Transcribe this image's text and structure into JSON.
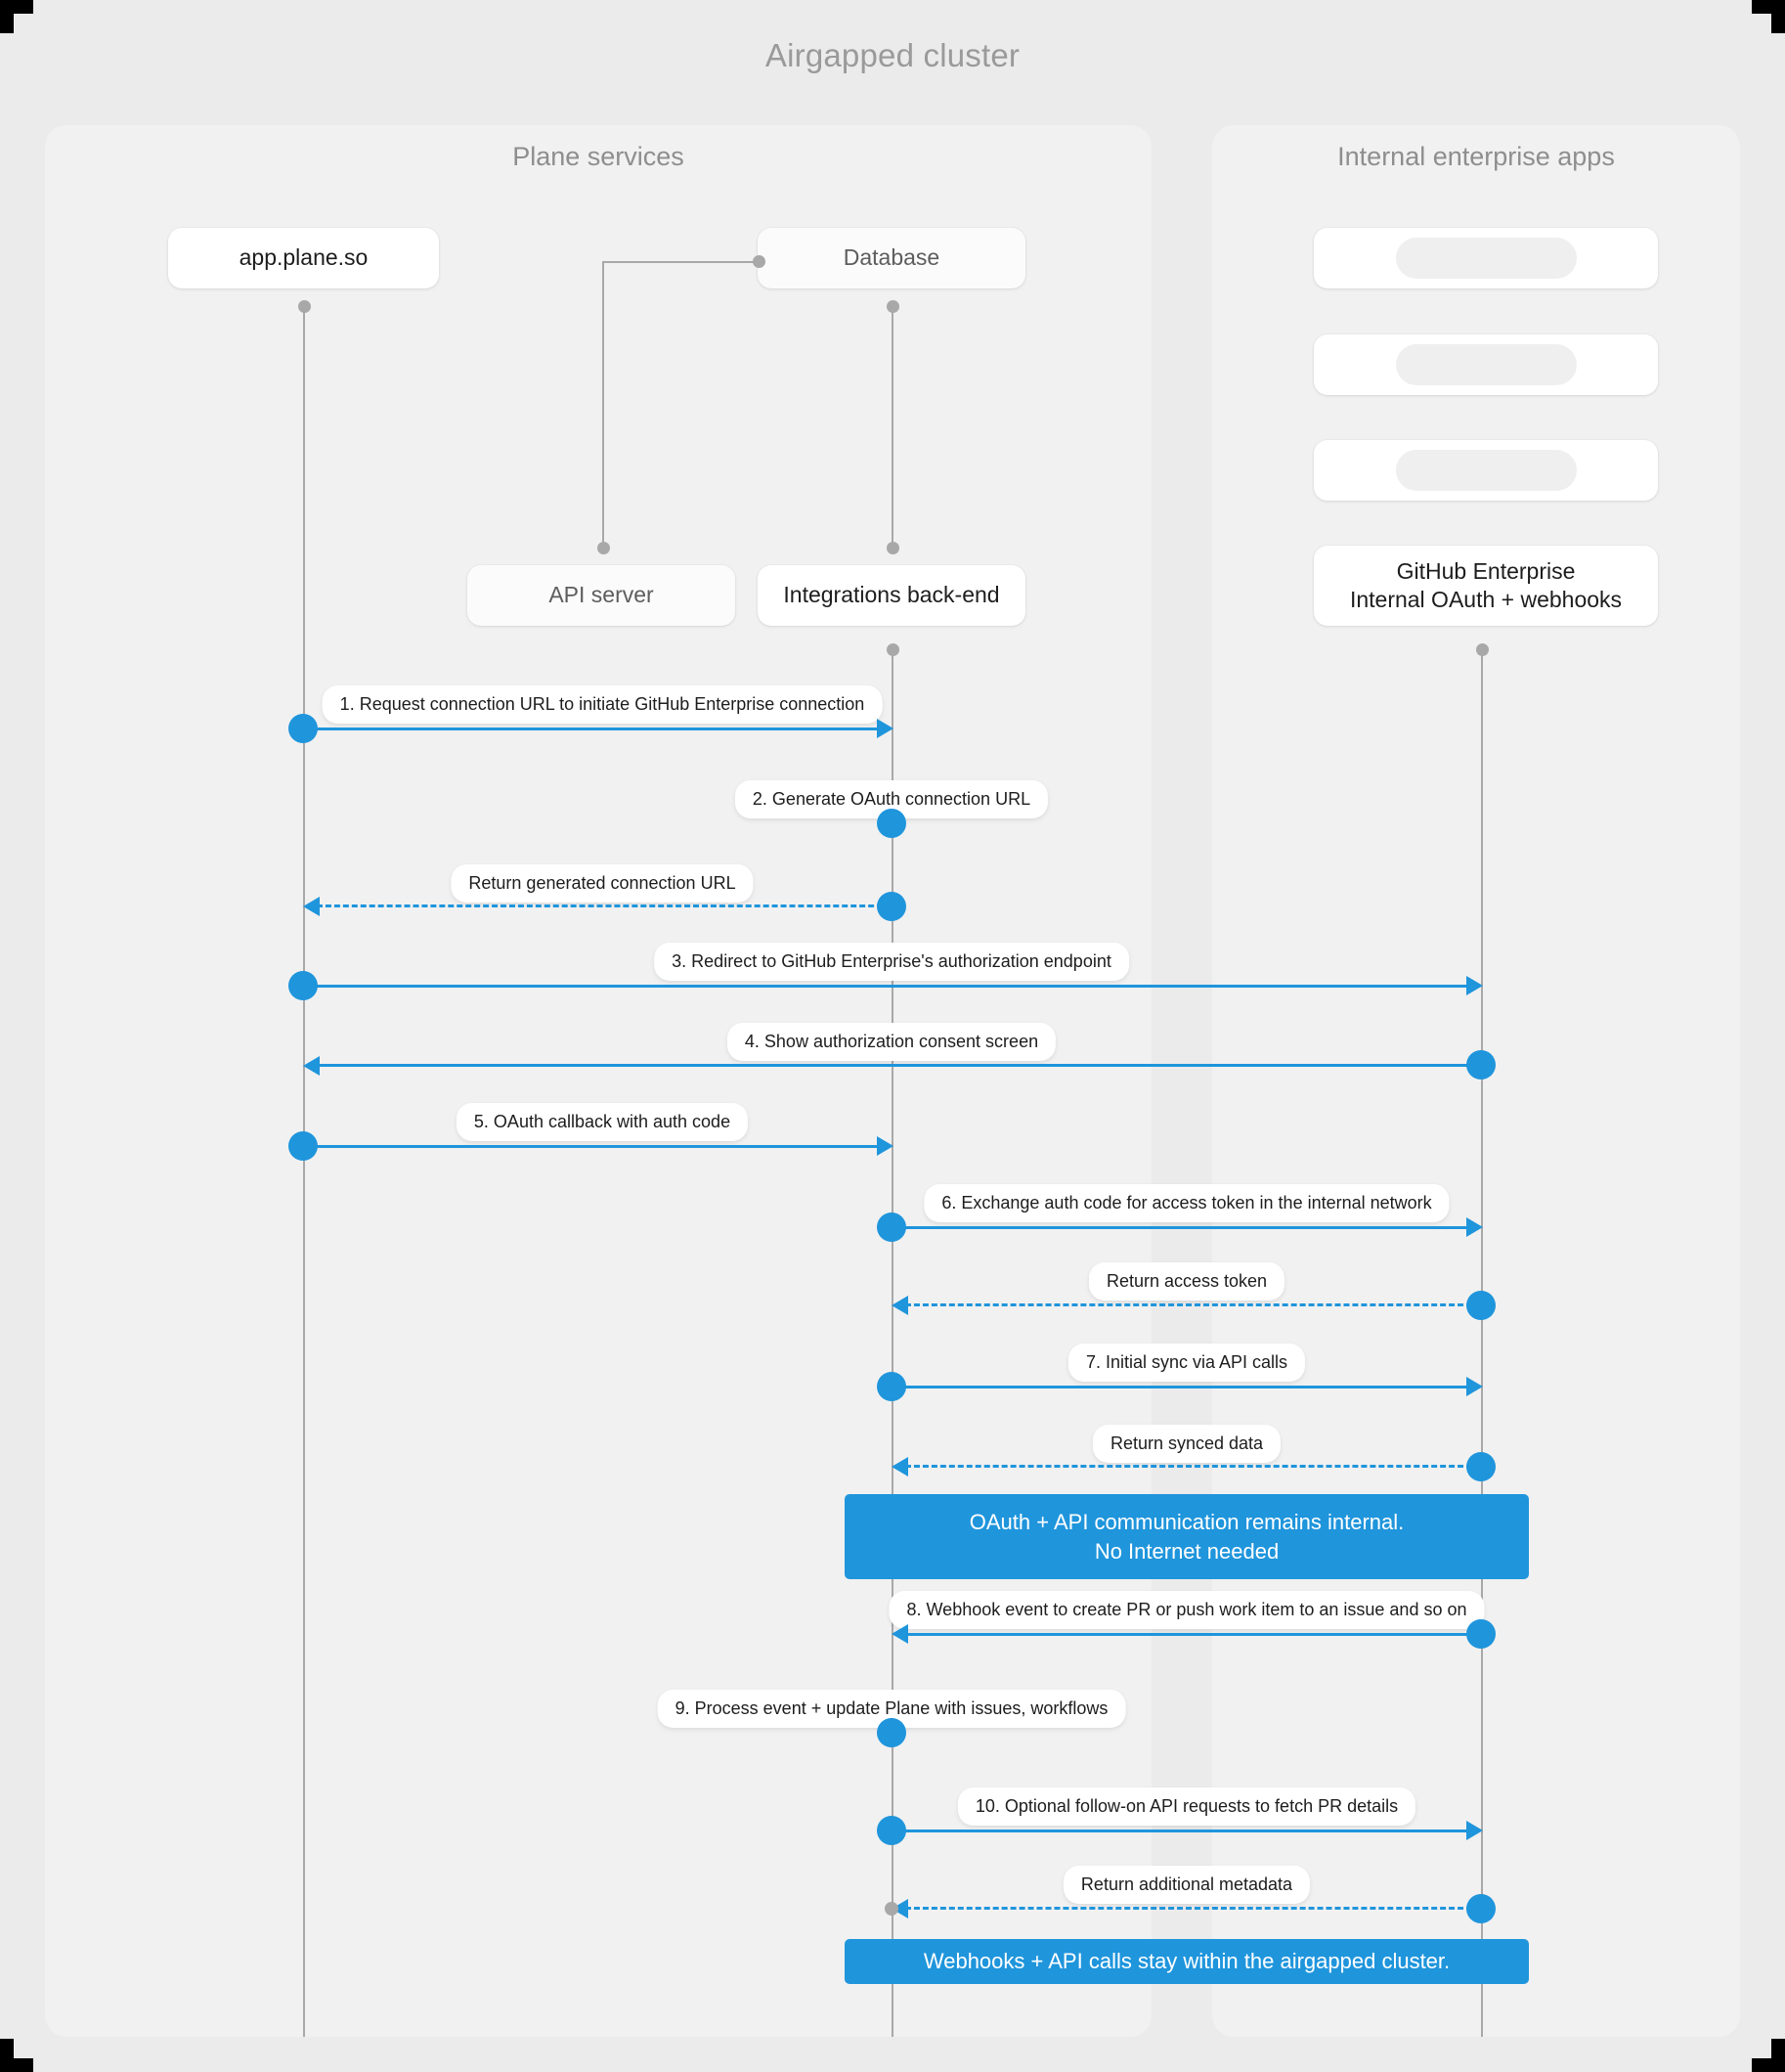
{
  "title": "Airgapped cluster",
  "groups": {
    "left": {
      "label": "Plane services"
    },
    "right": {
      "label": "Internal enterprise apps"
    }
  },
  "participants": [
    {
      "id": "app",
      "label": "app.plane.so",
      "group": "left"
    },
    {
      "id": "database",
      "label": "Database",
      "group": "left"
    },
    {
      "id": "api",
      "label": "API server",
      "group": "left"
    },
    {
      "id": "integr",
      "label": "Integrations back-end",
      "group": "left"
    },
    {
      "id": "ghost1",
      "label": "",
      "group": "right"
    },
    {
      "id": "ghost2",
      "label": "",
      "group": "right"
    },
    {
      "id": "ghost3",
      "label": "",
      "group": "right"
    },
    {
      "id": "ghe",
      "label": "GitHub Enterprise",
      "label2": "Internal OAuth + webhooks",
      "group": "right"
    }
  ],
  "messages": [
    {
      "n": 1,
      "label": "1. Request connection URL to initiate GitHub Enterprise connection",
      "from": "app",
      "to": "integr",
      "style": "solid"
    },
    {
      "n": 2,
      "label": "2. Generate OAuth connection URL",
      "from": "integr",
      "to": "integr",
      "style": "self"
    },
    {
      "n": 3,
      "label": "Return generated connection URL",
      "from": "integr",
      "to": "app",
      "style": "dashed"
    },
    {
      "n": 4,
      "label": "3. Redirect to GitHub Enterprise's authorization endpoint",
      "from": "app",
      "to": "ghe",
      "style": "solid"
    },
    {
      "n": 5,
      "label": "4. Show authorization consent screen",
      "from": "ghe",
      "to": "app",
      "style": "solid"
    },
    {
      "n": 6,
      "label": "5. OAuth callback with auth code",
      "from": "app",
      "to": "integr",
      "style": "solid"
    },
    {
      "n": 7,
      "label": "6. Exchange auth code for access token in the internal network",
      "from": "integr",
      "to": "ghe",
      "style": "solid"
    },
    {
      "n": 8,
      "label": "Return access token",
      "from": "ghe",
      "to": "integr",
      "style": "dashed"
    },
    {
      "n": 9,
      "label": "7. Initial sync via API calls",
      "from": "integr",
      "to": "ghe",
      "style": "solid"
    },
    {
      "n": 10,
      "label": "Return synced data",
      "from": "ghe",
      "to": "integr",
      "style": "dashed"
    },
    {
      "n": 11,
      "label": "8. Webhook event to create PR  or push work item to an issue  and so on",
      "from": "ghe",
      "to": "integr",
      "style": "solid"
    },
    {
      "n": 12,
      "label": "9. Process event + update Plane with issues, workflows",
      "from": "integr",
      "to": "integr",
      "style": "self"
    },
    {
      "n": 13,
      "label": "10. Optional follow-on API requests to fetch PR details",
      "from": "integr",
      "to": "ghe",
      "style": "solid"
    },
    {
      "n": 14,
      "label": "Return additional metadata",
      "from": "ghe",
      "to": "integr",
      "style": "dashed"
    }
  ],
  "notes": [
    {
      "id": "note-internal",
      "line1": "OAuth + API communication remains internal.",
      "line2": "No Internet needed"
    },
    {
      "id": "note-airgap",
      "line1": "Webhooks + API calls stay within the airgapped cluster.",
      "line2": ""
    }
  ],
  "colors": {
    "accent": "#1f95dc",
    "page_background": "#ebebeb",
    "panel_background": "#f1f1f1",
    "lifeline": "#a8a8a8",
    "title_text": "#9a9a9a"
  }
}
